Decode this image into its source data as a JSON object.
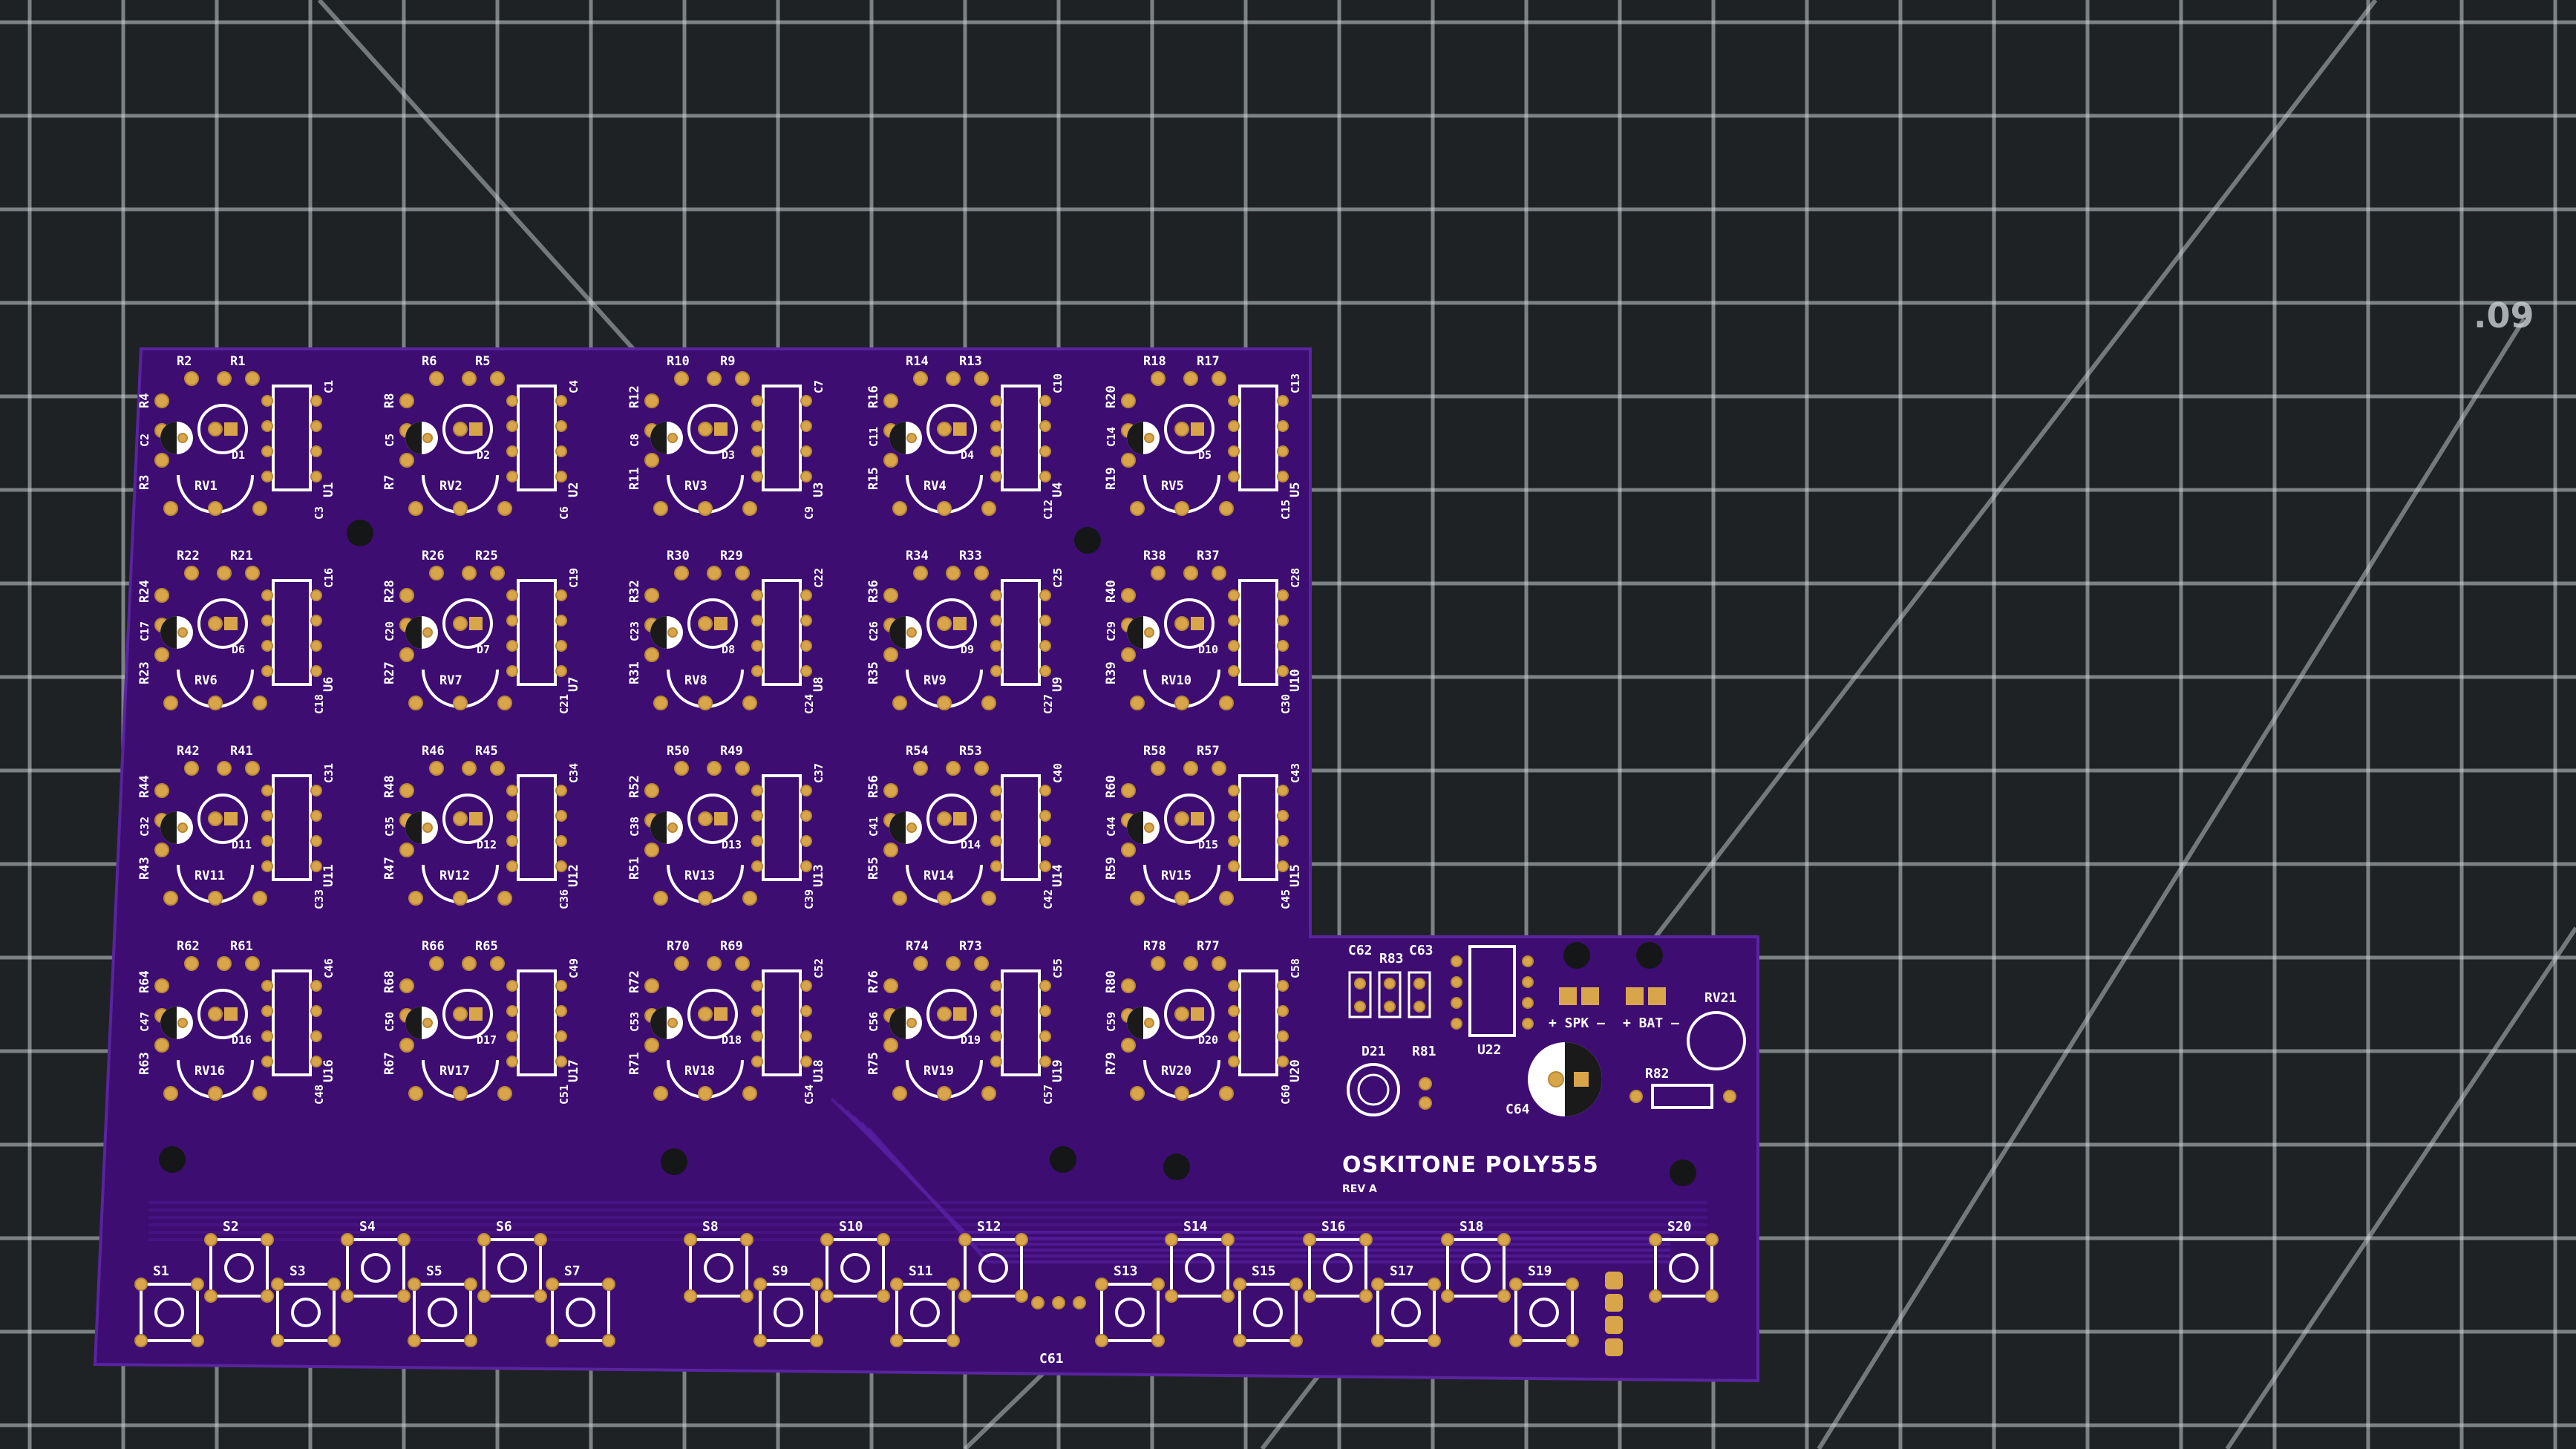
{
  "mat": {
    "label": ".09",
    "background": "#1f2225",
    "grid_color": "#c9d0d4"
  },
  "board": {
    "title": "OSKITONE POLY555",
    "revision": "REV A",
    "colors": {
      "soldermask": "#3e0d72",
      "pad": "#d9a54a",
      "silkscreen": "#ffffff"
    },
    "voices": [
      {
        "n": 1,
        "r": [
          "R2",
          "R1",
          "R4",
          "R3"
        ],
        "c": [
          "C1",
          "C2",
          "C3"
        ],
        "d": "D1",
        "rv": "RV1",
        "u": "U1"
      },
      {
        "n": 2,
        "r": [
          "R6",
          "R5",
          "R8",
          "R7"
        ],
        "c": [
          "C4",
          "C5",
          "C6"
        ],
        "d": "D2",
        "rv": "RV2",
        "u": "U2"
      },
      {
        "n": 3,
        "r": [
          "R10",
          "R9",
          "R12",
          "R11"
        ],
        "c": [
          "C7",
          "C8",
          "C9"
        ],
        "d": "D3",
        "rv": "RV3",
        "u": "U3"
      },
      {
        "n": 4,
        "r": [
          "R14",
          "R13",
          "R16",
          "R15"
        ],
        "c": [
          "C10",
          "C11",
          "C12"
        ],
        "d": "D4",
        "rv": "RV4",
        "u": "U4"
      },
      {
        "n": 5,
        "r": [
          "R18",
          "R17",
          "R20",
          "R19"
        ],
        "c": [
          "C13",
          "C14",
          "C15"
        ],
        "d": "D5",
        "rv": "RV5",
        "u": "U5"
      },
      {
        "n": 6,
        "r": [
          "R22",
          "R21",
          "R24",
          "R23"
        ],
        "c": [
          "C16",
          "C17",
          "C18"
        ],
        "d": "D6",
        "rv": "RV6",
        "u": "U6"
      },
      {
        "n": 7,
        "r": [
          "R26",
          "R25",
          "R28",
          "R27"
        ],
        "c": [
          "C19",
          "C20",
          "C21"
        ],
        "d": "D7",
        "rv": "RV7",
        "u": "U7"
      },
      {
        "n": 8,
        "r": [
          "R30",
          "R29",
          "R32",
          "R31"
        ],
        "c": [
          "C22",
          "C23",
          "C24"
        ],
        "d": "D8",
        "rv": "RV8",
        "u": "U8"
      },
      {
        "n": 9,
        "r": [
          "R34",
          "R33",
          "R36",
          "R35"
        ],
        "c": [
          "C25",
          "C26",
          "C27"
        ],
        "d": "D9",
        "rv": "RV9",
        "u": "U9"
      },
      {
        "n": 10,
        "r": [
          "R38",
          "R37",
          "R40",
          "R39"
        ],
        "c": [
          "C28",
          "C29",
          "C30"
        ],
        "d": "D10",
        "rv": "RV10",
        "u": "U10"
      },
      {
        "n": 11,
        "r": [
          "R42",
          "R41",
          "R44",
          "R43"
        ],
        "c": [
          "C31",
          "C32",
          "C33"
        ],
        "d": "D11",
        "rv": "RV11",
        "u": "U11"
      },
      {
        "n": 12,
        "r": [
          "R46",
          "R45",
          "R48",
          "R47"
        ],
        "c": [
          "C34",
          "C35",
          "C36"
        ],
        "d": "D12",
        "rv": "RV12",
        "u": "U12"
      },
      {
        "n": 13,
        "r": [
          "R50",
          "R49",
          "R52",
          "R51"
        ],
        "c": [
          "C37",
          "C38",
          "C39"
        ],
        "d": "D13",
        "rv": "RV13",
        "u": "U13"
      },
      {
        "n": 14,
        "r": [
          "R54",
          "R53",
          "R56",
          "R55"
        ],
        "c": [
          "C40",
          "C41",
          "C42"
        ],
        "d": "D14",
        "rv": "RV14",
        "u": "U14"
      },
      {
        "n": 15,
        "r": [
          "R58",
          "R57",
          "R60",
          "R59"
        ],
        "c": [
          "C43",
          "C44",
          "C45"
        ],
        "d": "D15",
        "rv": "RV15",
        "u": "U15"
      },
      {
        "n": 16,
        "r": [
          "R62",
          "R61",
          "R64",
          "R63"
        ],
        "c": [
          "C46",
          "C47",
          "C48"
        ],
        "d": "D16",
        "rv": "RV16",
        "u": "U16"
      },
      {
        "n": 17,
        "r": [
          "R66",
          "R65",
          "R68",
          "R67"
        ],
        "c": [
          "C49",
          "C50",
          "C51"
        ],
        "d": "D17",
        "rv": "RV17",
        "u": "U17"
      },
      {
        "n": 18,
        "r": [
          "R70",
          "R69",
          "R72",
          "R71"
        ],
        "c": [
          "C52",
          "C53",
          "C54"
        ],
        "d": "D18",
        "rv": "RV18",
        "u": "U18"
      },
      {
        "n": 19,
        "r": [
          "R74",
          "R73",
          "R76",
          "R75"
        ],
        "c": [
          "C55",
          "C56",
          "C57"
        ],
        "d": "D19",
        "rv": "RV19",
        "u": "U19"
      },
      {
        "n": 20,
        "r": [
          "R78",
          "R77",
          "R80",
          "R79"
        ],
        "c": [
          "C58",
          "C59",
          "C60"
        ],
        "d": "D20",
        "rv": "RV20",
        "u": "U20"
      }
    ],
    "switches": [
      "S1",
      "S2",
      "S3",
      "S4",
      "S5",
      "S6",
      "S7",
      "S8",
      "S9",
      "S10",
      "S11",
      "S12",
      "S13",
      "S14",
      "S15",
      "S16",
      "S17",
      "S18",
      "S19",
      "S20"
    ],
    "misc_labels": {
      "c61": "C61",
      "c62": "C62",
      "r83": "R83",
      "c63": "C63",
      "u22": "U22",
      "spk": "+ SPK –",
      "bat": "+ BAT –",
      "rv21": "RV21",
      "d21": "D21",
      "r81": "R81",
      "r82": "R82",
      "c64": "C64"
    }
  }
}
